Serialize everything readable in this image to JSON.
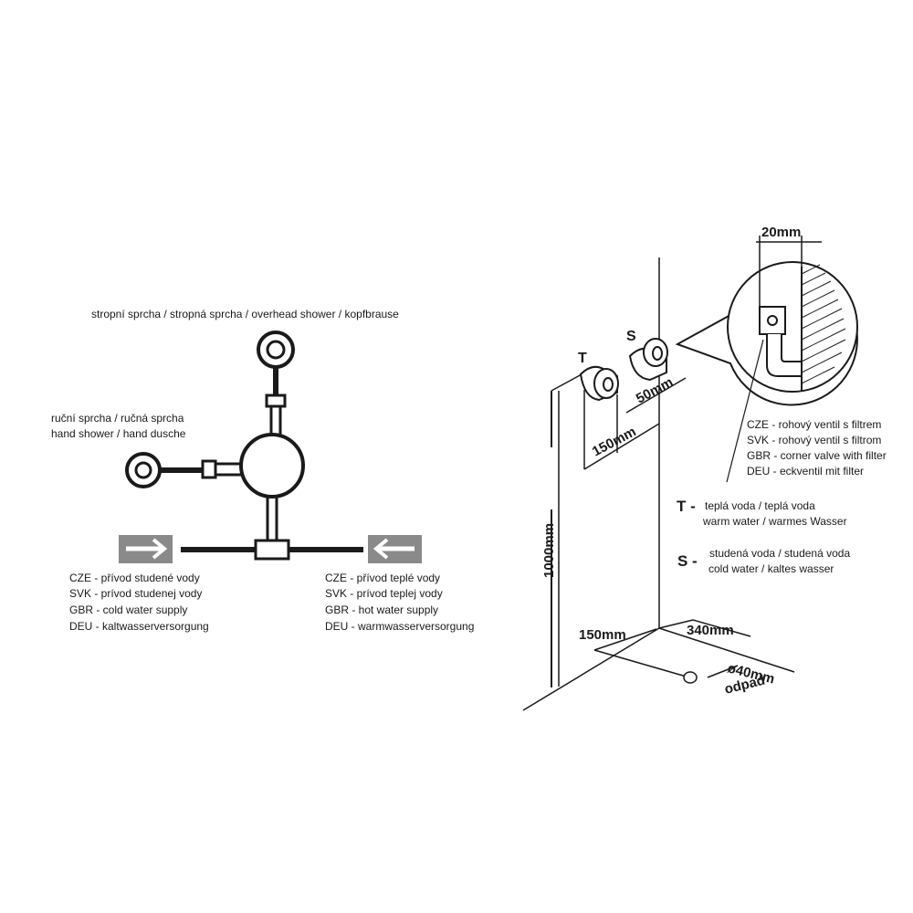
{
  "left": {
    "overhead_label": "stropní sprcha / stropná sprcha / overhead shower / kopfbrause",
    "hand_label": [
      "ruční sprcha / ručná sprcha",
      "hand shower / hand dusche"
    ],
    "cold_supply": [
      "CZE - přívod studené vody",
      "SVK - prívod studenej vody",
      "GBR - cold water supply",
      "DEU - kaltwasserversorgung"
    ],
    "hot_supply": [
      "CZE - přívod teplé vody",
      "SVK - prívod teplej vody",
      "GBR - hot water supply",
      "DEU - warmwasserversorgung"
    ]
  },
  "right": {
    "label_t": "T",
    "label_s": "S",
    "dim_20": "20mm",
    "dim_50": "50mm",
    "dim_150_top": "150mm",
    "dim_1000": "1000mm",
    "dim_150_floor": "150mm",
    "dim_340": "340mm",
    "drain_diameter": "ø40mm",
    "drain_label": "odpad",
    "corner_valve": [
      "CZE - rohový ventil s filtrem",
      "SVK - rohový ventil s filtrom",
      "GBR - corner valve with filter",
      "DEU - eckventil mit filter"
    ],
    "legend_t": {
      "key": "T -",
      "lines": [
        "teplá voda / teplá voda",
        "warm water / warmes Wasser"
      ]
    },
    "legend_s": {
      "key": "S -",
      "lines": [
        "studená voda / studená voda",
        "cold water / kaltes wasser"
      ]
    }
  },
  "colors": {
    "line": "#1a1a1a",
    "arrow_box": "#8a8a8a",
    "arrow": "#ffffff"
  }
}
